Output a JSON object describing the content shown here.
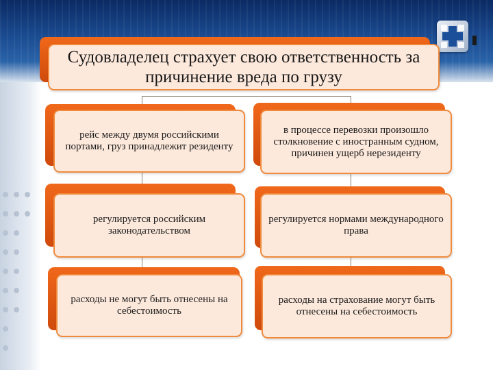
{
  "slide": {
    "title": "Судовладелец страхует свою ответственность за причинение вреда по грузу",
    "logo_icon": "medical-cross-icon"
  },
  "left_column": [
    {
      "text": "рейс между двумя российскими портами, груз принадлежит резиденту"
    },
    {
      "text": "регулируется российским законодательством"
    },
    {
      "text": "расходы не могут быть отнесены на себестоимость"
    }
  ],
  "right_column": [
    {
      "text": "в процессе перевозки произошло столкновение с иностранным судном, причинен ущерб нерезиденту"
    },
    {
      "text": "регулируется нормами международного права"
    },
    {
      "text": "расходы на страхование могут быть отнесены на себестоимость"
    }
  ],
  "colors": {
    "box_fill": "#fde9dc",
    "box_border": "#f08a3c",
    "shadow_orange": "#e05a10",
    "background_blue": "#1b4c92"
  }
}
